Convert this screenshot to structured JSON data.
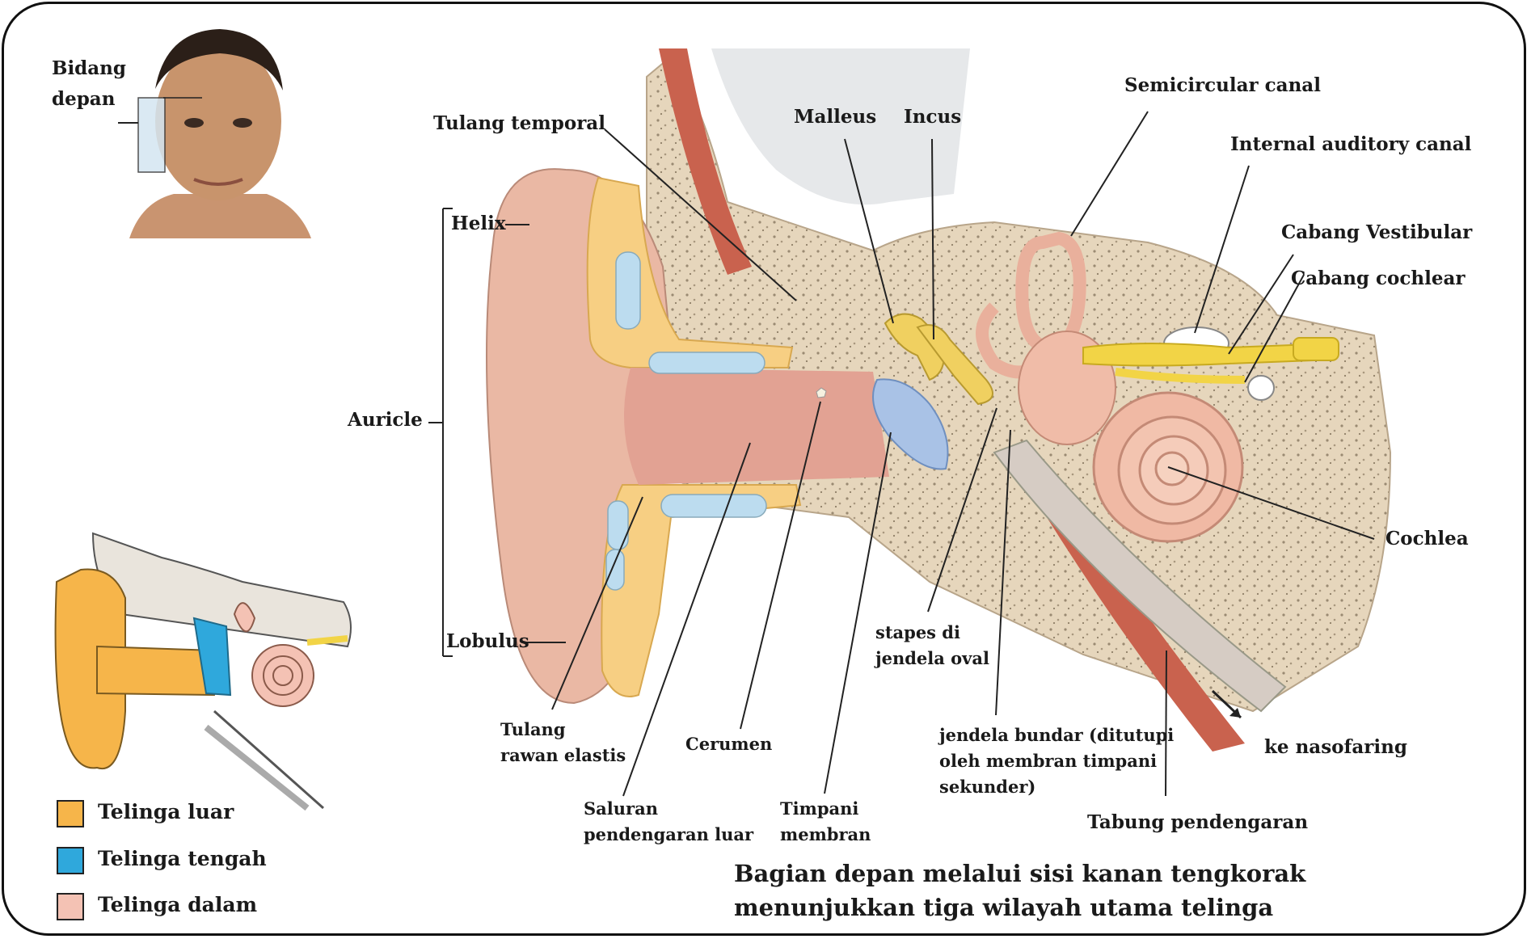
{
  "labels": {
    "bidang_depan_1": "Bidang",
    "bidang_depan_2": "depan",
    "tulang_temporal": "Tulang temporal",
    "malleus": "Malleus",
    "incus": "Incus",
    "semicircular_canal": "Semicircular canal",
    "internal_auditory_canal": "Internal auditory canal",
    "cabang_vestibular": "Cabang Vestibular",
    "cabang_cochlear": "Cabang cochlear",
    "helix": "Helix",
    "auricle": "Auricle",
    "lobulus": "Lobulus",
    "cochlea": "Cochlea",
    "stapes_1": "stapes di",
    "stapes_2": "jendela oval",
    "jendela_1": "jendela bundar (ditutupi",
    "jendela_2": "oleh membran timpani",
    "jendela_3": "sekunder)",
    "ke_nasofaring": "ke nasofaring",
    "tabung_pendengaran": "Tabung pendengaran",
    "tulang_rawan_1": "Tulang",
    "tulang_rawan_2": "rawan elastis",
    "cerumen": "Cerumen",
    "saluran_1": "Saluran",
    "saluran_2": "pendengaran luar",
    "timpani_1": "Timpani",
    "timpani_2": "membran"
  },
  "caption": {
    "line1": "Bagian depan melalui sisi kanan tengkorak",
    "line2": "menunjukkan tiga wilayah utama telinga"
  },
  "legend": [
    {
      "label": "Telinga luar",
      "color": "#f6b54a"
    },
    {
      "label": "Telinga tengah",
      "color": "#2fa8dc"
    },
    {
      "label": "Telinga dalam",
      "color": "#f4c2b4"
    }
  ],
  "colors": {
    "bone": "#e8d9c0",
    "skin": "#e9b8a6",
    "cartilage": "#f7cf83",
    "nerve": "#f2d446",
    "muscle": "#c9624e",
    "membrane": "#a9c2e6"
  }
}
